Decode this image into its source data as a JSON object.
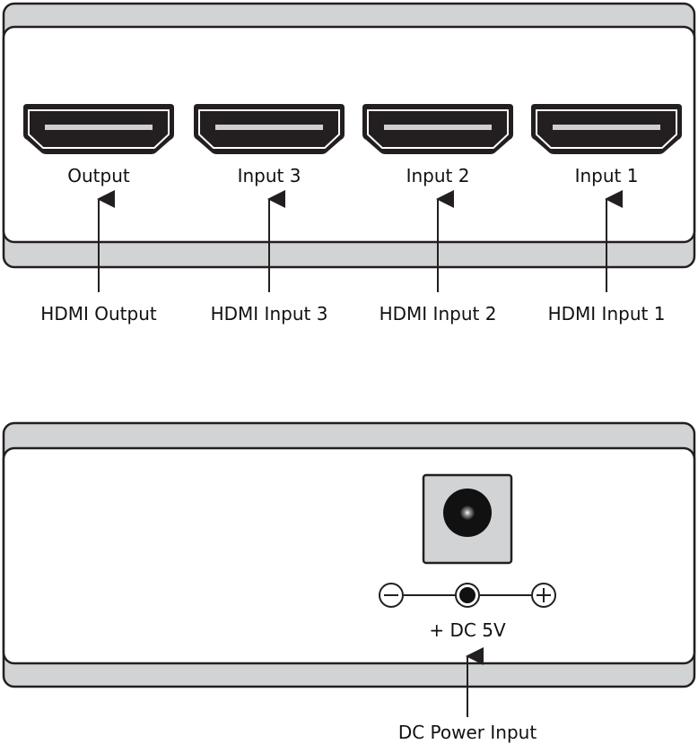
{
  "top_panel": {
    "ports": [
      {
        "label": "Output",
        "caption": "HDMI Output"
      },
      {
        "label": "Input 3",
        "caption": "HDMI Input 3"
      },
      {
        "label": "Input 2",
        "caption": "HDMI Input 2"
      },
      {
        "label": "Input 1",
        "caption": "HDMI Input 1"
      }
    ]
  },
  "bottom_panel": {
    "polarity_label": "+ DC 5V",
    "caption": "DC Power Input"
  },
  "colors": {
    "case_fill": "#d2d3d5",
    "face_fill": "#ffffff",
    "outline": "#231f20",
    "dc_jack_box": "#d2d3d5",
    "port_slot": "#cfcfcf"
  },
  "icons": [
    "hdmi-port-icon",
    "dc-jack-icon",
    "minus-terminal-icon",
    "plus-terminal-icon",
    "arrow-icon"
  ]
}
